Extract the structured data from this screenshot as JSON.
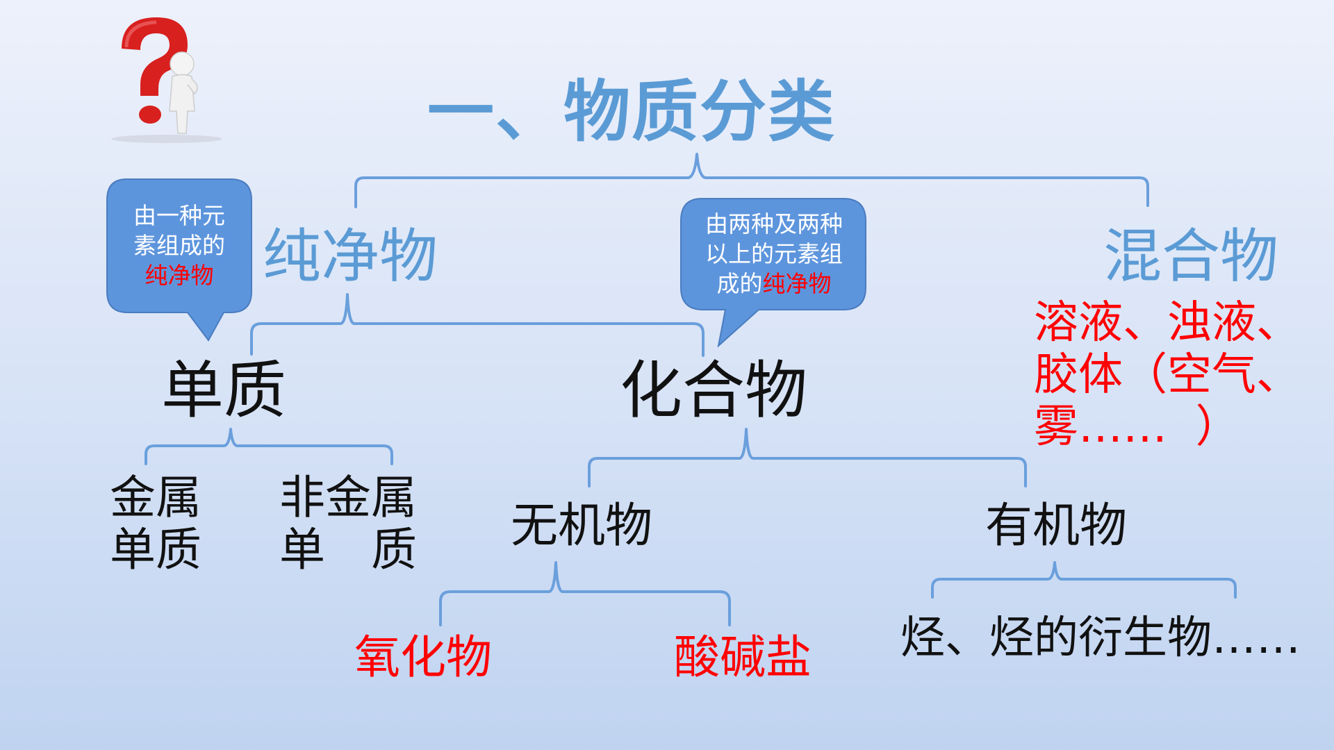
{
  "title": "一、物质分类",
  "nodes": {
    "pure_substance": "纯净物",
    "mixture": "混合物",
    "mixture_examples": "溶液、浊液、\n胶体（空气、\n雾……  ）",
    "element_substance": "单质",
    "compound": "化合物",
    "metal_element": "金属\n单质",
    "nonmetal_element": "非金属\n单　质",
    "inorganic": "无机物",
    "organic": "有机物",
    "oxide": "氧化物",
    "acid_base_salt": "酸碱盐",
    "hydrocarbon": "烃、烃的衍生物……"
  },
  "callouts": {
    "element_def": {
      "line1": "由一种元",
      "line2": "素组成的",
      "highlight": "纯净物"
    },
    "compound_def": {
      "line1": "由两种及两种",
      "line2": "以上的元素组",
      "prefix": "成的",
      "highlight": "纯净物"
    }
  },
  "icons": {
    "question": "question-mark-person-icon"
  },
  "colors": {
    "accent_blue": "#5b9bd5",
    "bracket_blue": "#6a9fdc",
    "callout_fill": "#5d95dd",
    "highlight_red": "#ff0000",
    "text_black": "#111111"
  }
}
